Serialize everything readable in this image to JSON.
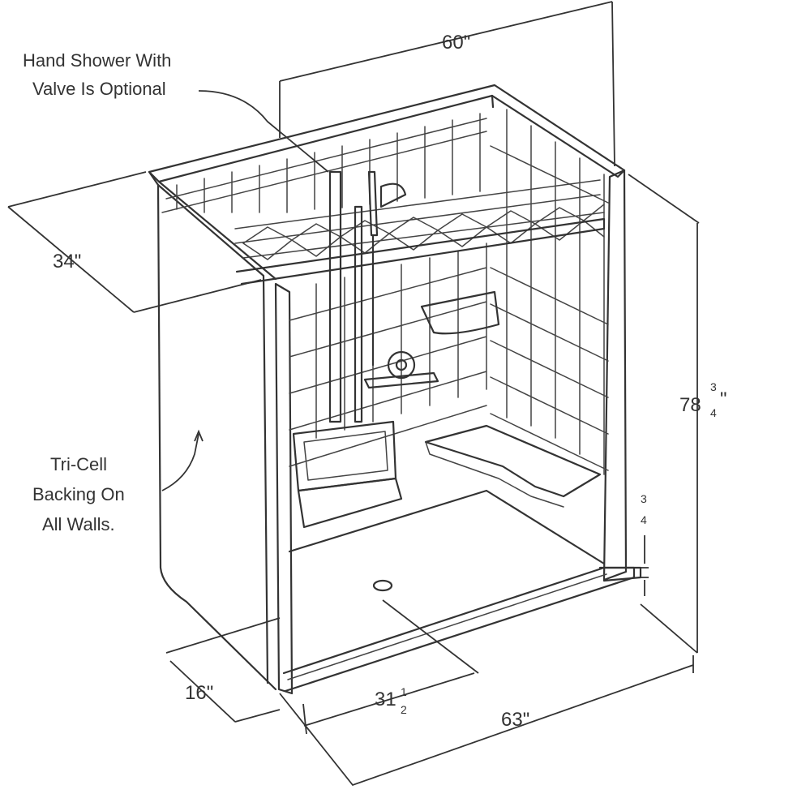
{
  "callouts": {
    "hand_shower_line1": "Hand Shower With",
    "hand_shower_line2": "Valve Is Optional",
    "tricell_line1": "Tri-Cell",
    "tricell_line2": "Backing On",
    "tricell_line3": "All Walls."
  },
  "dimensions": {
    "width_top": "60\"",
    "depth": "34\"",
    "height_whole": "78",
    "height_num": "3",
    "height_den": "4",
    "height_mark": "\"",
    "threshold_num": "3",
    "threshold_den": "4",
    "drain_offset": "16\"",
    "drain_center_whole": "31",
    "drain_center_num": "1",
    "drain_center_den": "2",
    "overall_width": "63\""
  }
}
